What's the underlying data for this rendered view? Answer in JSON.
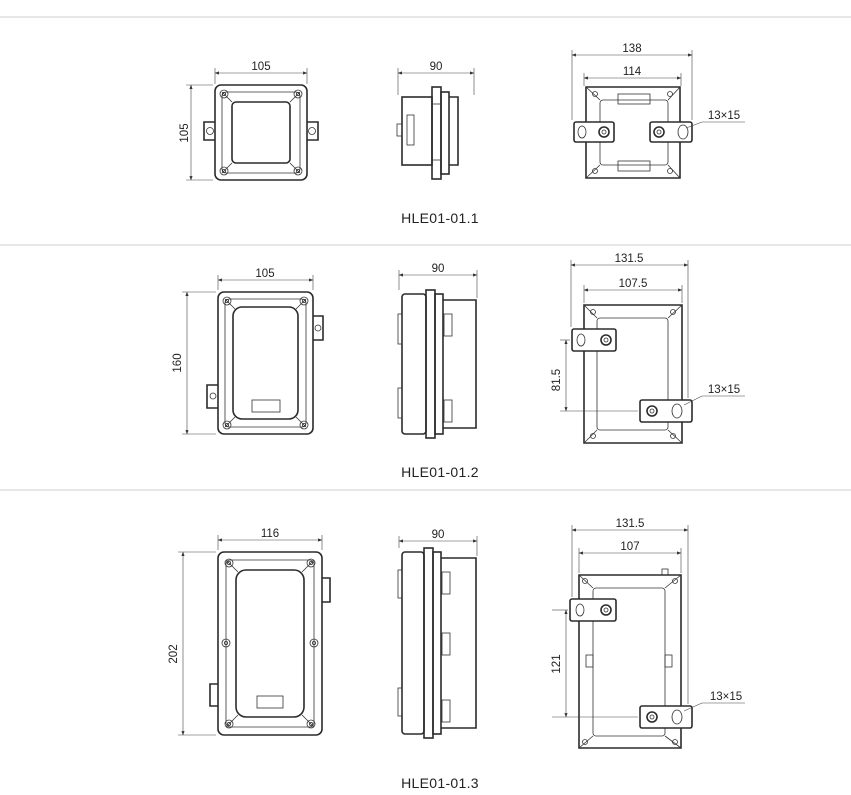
{
  "rows": [
    {
      "model": "HLE01-01.1",
      "front": {
        "width": "105",
        "height": "105"
      },
      "side": {
        "depth": "90"
      },
      "mount": {
        "outer_width": "138",
        "inner_width": "114",
        "hole": "13×15"
      }
    },
    {
      "model": "HLE01-01.2",
      "front": {
        "width": "105",
        "height": "160"
      },
      "side": {
        "depth": "90"
      },
      "mount": {
        "outer_width": "131.5",
        "inner_width": "107.5",
        "hole_spacing": "81.5",
        "hole": "13×15"
      }
    },
    {
      "model": "HLE01-01.3",
      "front": {
        "width": "116",
        "height": "202"
      },
      "side": {
        "depth": "90"
      },
      "mount": {
        "outer_width": "131.5",
        "inner_width": "107",
        "hole_spacing": "121",
        "hole": "13×15"
      }
    }
  ]
}
